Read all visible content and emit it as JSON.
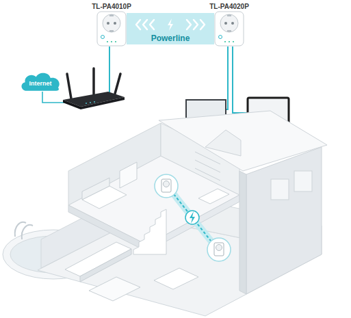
{
  "diagram": {
    "nodes": [
      {
        "text": [
          "TL-PA4010P"
        ]
      },
      {
        "text": [
          "TL-PA4020P"
        ]
      },
      {
        "text": [
          "Internet"
        ]
      }
    ],
    "edges": [
      {
        "from": 0,
        "to": 1,
        "arrow": "both",
        "label": "Powerline"
      }
    ]
  }
}
